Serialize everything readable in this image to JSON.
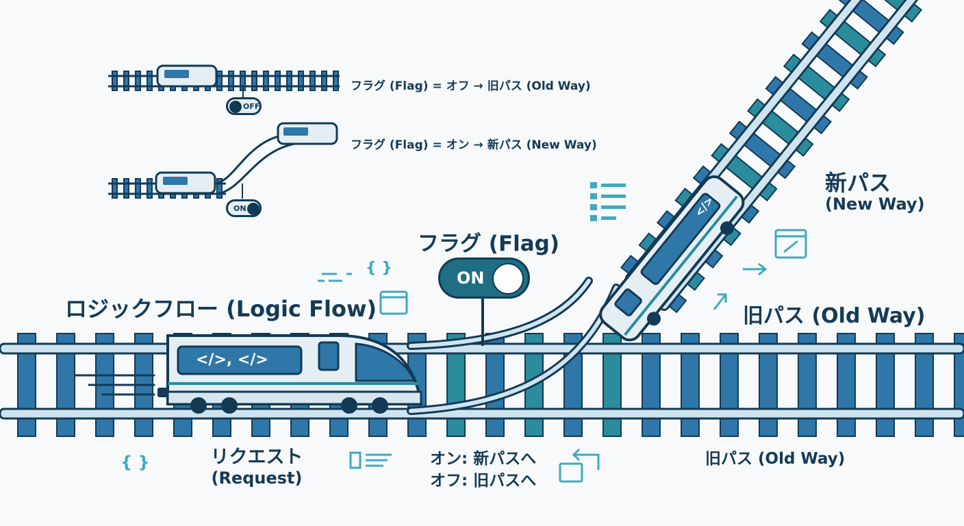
{
  "legend": {
    "off_row": "フラグ (Flag) = オフ → 旧パス (Old Way)",
    "on_row": "フラグ (Flag) = オン → 新パス (New Way)",
    "off_switch": "OFF",
    "on_switch": "ON"
  },
  "main": {
    "flag_title": "フラグ (Flag)",
    "flag_state": "ON",
    "logic_flow": "ロジックフロー (Logic Flow)",
    "new_path": "新パス",
    "new_path_en": "(New Way)",
    "old_path_upper": "旧パス (Old Way)",
    "old_path_lower": "旧パス (Old Way)",
    "request": "リクエスト",
    "request_en": "(Request)",
    "rule_on": "オン: 新パスへ",
    "rule_off": "オフ: 旧パスへ",
    "train_code": "</>, </>",
    "train2_code": "</>",
    "code_braces": "{ }"
  },
  "colors": {
    "navy": "#123a56",
    "teal": "#2a8c9c",
    "blue": "#2f77a8",
    "light": "#e4eef3",
    "accent": "#3fb7b0"
  }
}
